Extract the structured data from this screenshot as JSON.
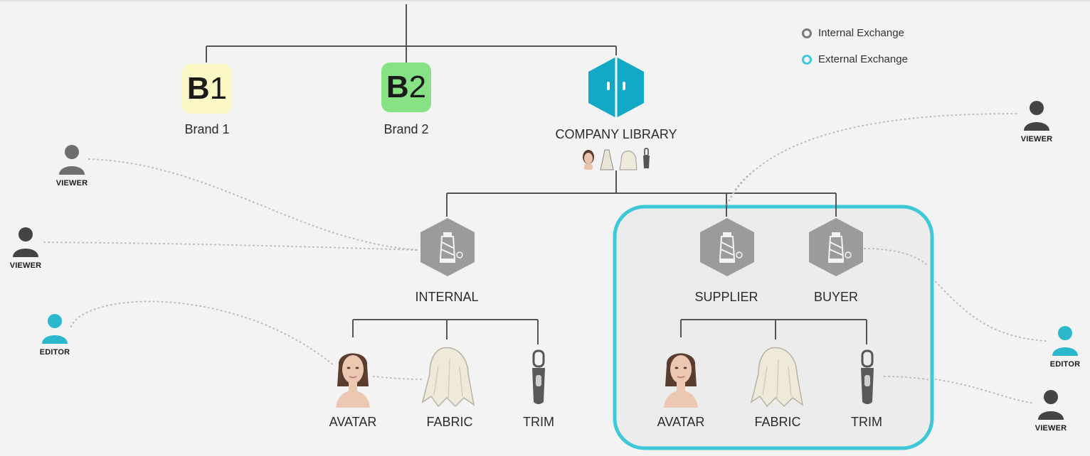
{
  "legend": {
    "internal": {
      "label": "Internal Exchange",
      "color": "#7a7a7a"
    },
    "external": {
      "label": "External Exchange",
      "color": "#3ec8d8"
    }
  },
  "brands": [
    {
      "badge_letter": "B",
      "badge_number": "1",
      "label": "Brand 1",
      "color": "#fbf7c4"
    },
    {
      "badge_letter": "B",
      "badge_number": "2",
      "label": "Brand 2",
      "color": "#86e285"
    }
  ],
  "company_library": {
    "label": "COMPANY LIBRARY",
    "icon": "library-hexagon-icon",
    "color": "#12a9c6",
    "thumbs": [
      "avatar-icon",
      "dress-icon",
      "fabric-icon",
      "zipper-icon"
    ]
  },
  "groups": {
    "internal": {
      "label": "INTERNAL",
      "icon": "thread-spool-icon"
    },
    "supplier": {
      "label": "SUPPLIER",
      "icon": "thread-spool-icon"
    },
    "buyer": {
      "label": "BUYER",
      "icon": "thread-spool-icon"
    }
  },
  "assets_internal": [
    "AVATAR",
    "FABRIC",
    "TRIM"
  ],
  "assets_external": [
    "AVATAR",
    "FABRIC",
    "TRIM"
  ],
  "users": {
    "left_viewer_1": "VIEWER",
    "left_viewer_2": "VIEWER",
    "left_editor": "EDITOR",
    "right_viewer_1": "VIEWER",
    "right_editor": "EDITOR",
    "right_viewer_2": "VIEWER"
  },
  "colors": {
    "gray_hex": "#9b9b9b",
    "teal": "#3ec8d8",
    "line": "#555555",
    "person_gray": "#6e6e6e",
    "person_dark": "#444444",
    "person_teal": "#2bb8cc"
  }
}
